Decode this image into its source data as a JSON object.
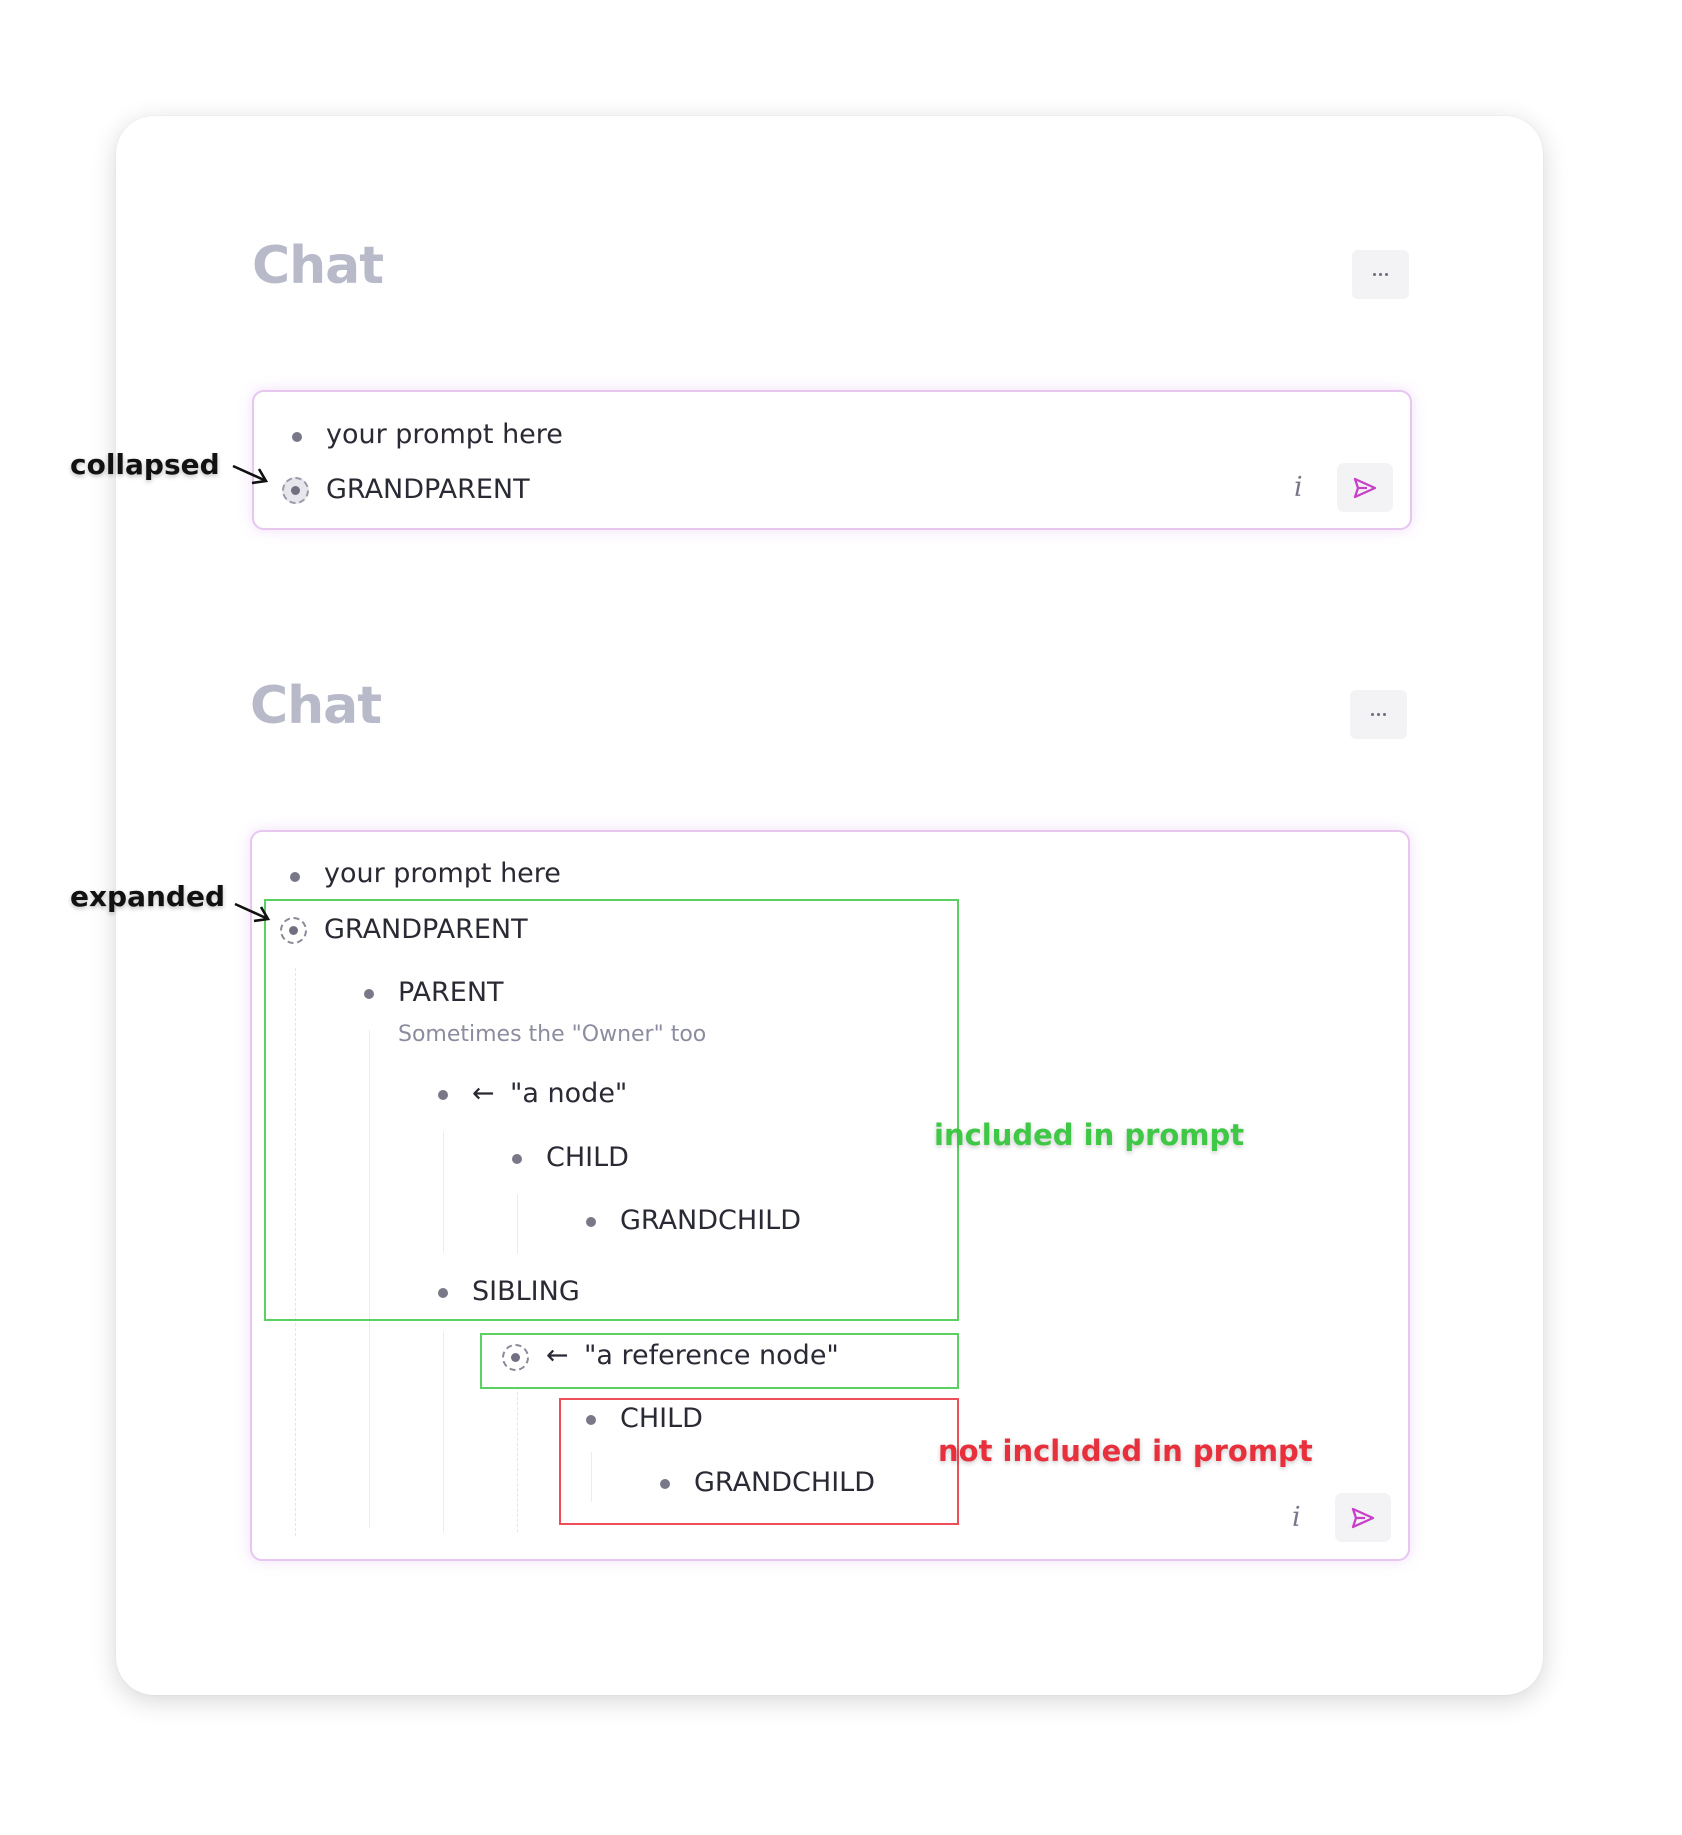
{
  "annotations": {
    "collapsed": "collapsed",
    "expanded": "expanded",
    "included": "included in prompt",
    "not_included": "not included in prompt"
  },
  "top_chat": {
    "title": "Chat",
    "prompt": "your prompt here",
    "grandparent": "GRANDPARENT",
    "info": "i"
  },
  "bottom_chat": {
    "title": "Chat",
    "prompt": "your prompt here",
    "grandparent": "GRANDPARENT",
    "parent": "PARENT",
    "parent_desc": "Sometimes the \"Owner\" too",
    "arrow": "←",
    "a_node": "\"a node\"",
    "child": "CHILD",
    "grandchild": "GRANDCHILD",
    "sibling": "SIBLING",
    "reference_node": "\"a reference node\"",
    "ref_child": "CHILD",
    "ref_grandchild": "GRANDCHILD",
    "info": "i"
  },
  "colors": {
    "accent": "#c83fc8",
    "included": "#3ec845",
    "not_included": "#e8303d"
  },
  "icons": {
    "more": "more-icon",
    "send": "send-icon",
    "reference": "reference-node-icon"
  }
}
